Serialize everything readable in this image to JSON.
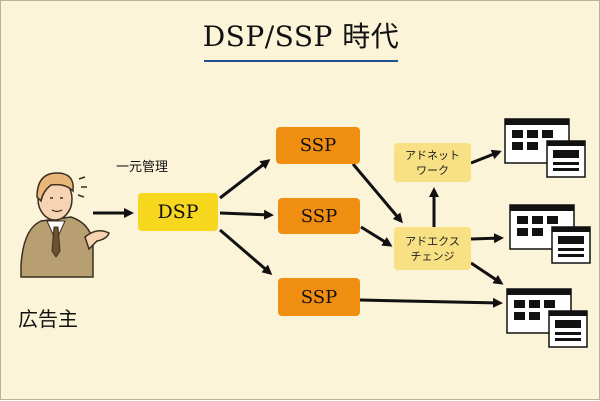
{
  "title": "DSP/SSP 時代",
  "advertiser": {
    "label": "広告主"
  },
  "central_management_label": "一元管理",
  "nodes": {
    "dsp": "DSP",
    "ssp_top": "SSP",
    "ssp_middle": "SSP",
    "ssp_bottom": "SSP",
    "ad_network_line1": "アドネット",
    "ad_network_line2": "ワーク",
    "ad_exchange_line1": "アドエクス",
    "ad_exchange_line2": "チェンジ"
  },
  "icons": [
    "advertiser-person-icon",
    "website-pages-icon"
  ],
  "colors": {
    "background": "#fbf4d9",
    "dsp": "#f7d81f",
    "ssp": "#f08e12",
    "exchange": "#f8e184",
    "title_underline": "#1f4f8f"
  }
}
